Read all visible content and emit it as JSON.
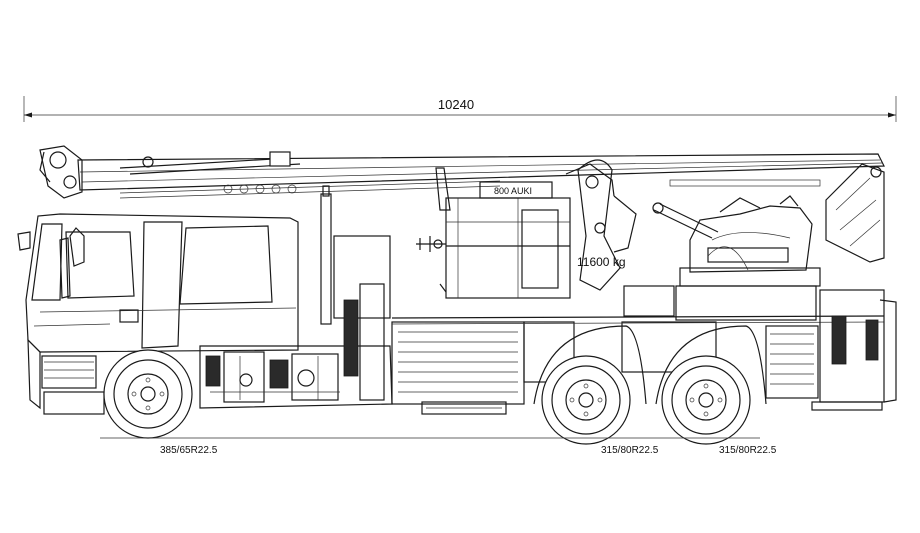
{
  "dimensions": {
    "overall_length": "10240"
  },
  "labels": {
    "platform_text": "800 AUKI",
    "weight_text": "11600 kg"
  },
  "tires": {
    "front": "385/65R22.5",
    "rear_1": "315/80R22.5",
    "rear_2": "315/80R22.5"
  },
  "colors": {
    "line": "#1a1a1a",
    "background": "#ffffff"
  }
}
